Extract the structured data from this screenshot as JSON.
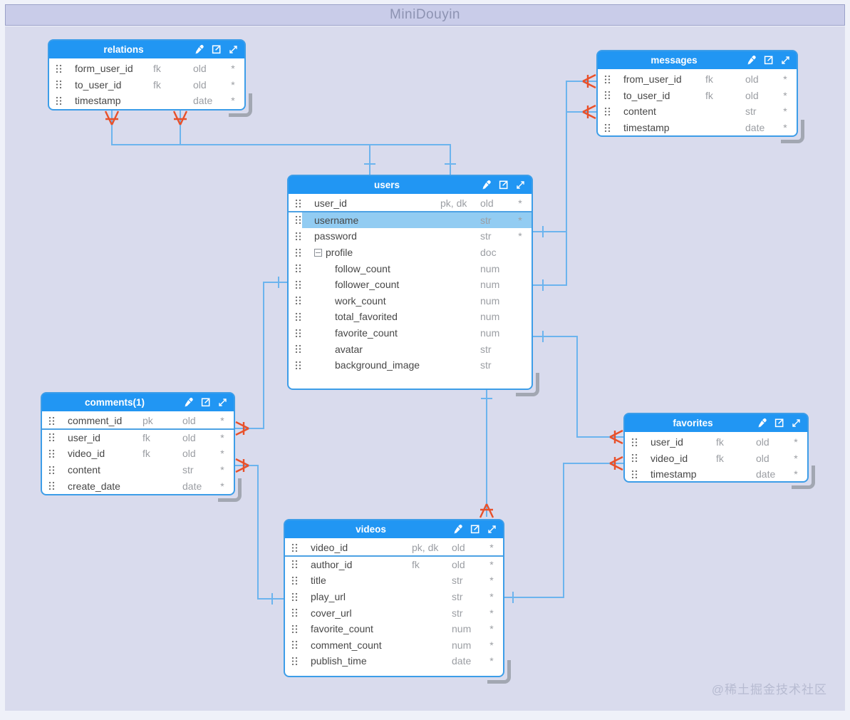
{
  "title_bar": {
    "title": "MiniDouyin"
  },
  "watermark": "@稀土掘金技术社区",
  "colors": {
    "header_blue": "#2196f3",
    "table_border_blue": "#3d9de8",
    "connector_blue": "#6cb4ee",
    "crow_foot_orange": "#e8512b",
    "selected_row_blue": "#92ccf2",
    "canvas_bg": "#d9dbed",
    "title_bar_bg": "#c9cce9"
  },
  "header_icons": [
    {
      "name": "color-picker-icon"
    },
    {
      "name": "open-in-new-icon"
    },
    {
      "name": "expand-icon"
    }
  ],
  "tables": [
    {
      "id": "relations",
      "title": "relations",
      "fields": [
        {
          "name": "form_user_id",
          "keys": "fk",
          "type": "old",
          "req": "*"
        },
        {
          "name": "to_user_id",
          "keys": "fk",
          "type": "old",
          "req": "*"
        },
        {
          "name": "timestamp",
          "keys": "",
          "type": "date",
          "req": "*"
        }
      ]
    },
    {
      "id": "messages",
      "title": "messages",
      "fields": [
        {
          "name": "from_user_id",
          "keys": "fk",
          "type": "old",
          "req": "*"
        },
        {
          "name": "to_user_id",
          "keys": "fk",
          "type": "old",
          "req": "*"
        },
        {
          "name": "content",
          "keys": "",
          "type": "str",
          "req": "*"
        },
        {
          "name": "timestamp",
          "keys": "",
          "type": "date",
          "req": "*"
        }
      ]
    },
    {
      "id": "users",
      "title": "users",
      "fields": [
        {
          "name": "user_id",
          "keys": "pk, dk",
          "type": "old",
          "req": "*",
          "pk_sep": true
        },
        {
          "name": "username",
          "keys": "",
          "type": "str",
          "req": "*",
          "highlighted": true
        },
        {
          "name": "password",
          "keys": "",
          "type": "str",
          "req": "*"
        },
        {
          "name": "profile",
          "keys": "",
          "type": "doc",
          "req": "",
          "collapse": true
        },
        {
          "name": "follow_count",
          "keys": "",
          "type": "num",
          "req": "",
          "indent": true
        },
        {
          "name": "follower_count",
          "keys": "",
          "type": "num",
          "req": "",
          "indent": true
        },
        {
          "name": "work_count",
          "keys": "",
          "type": "num",
          "req": "",
          "indent": true
        },
        {
          "name": "total_favorited",
          "keys": "",
          "type": "num",
          "req": "",
          "indent": true
        },
        {
          "name": "favorite_count",
          "keys": "",
          "type": "num",
          "req": "",
          "indent": true
        },
        {
          "name": "avatar",
          "keys": "",
          "type": "str",
          "req": "",
          "indent": true
        },
        {
          "name": "background_image",
          "keys": "",
          "type": "str",
          "req": "",
          "indent": true
        }
      ]
    },
    {
      "id": "comments",
      "title": "comments(1)",
      "fields": [
        {
          "name": "comment_id",
          "keys": "pk",
          "type": "old",
          "req": "*",
          "pk_sep": true
        },
        {
          "name": "user_id",
          "keys": "fk",
          "type": "old",
          "req": "*"
        },
        {
          "name": "video_id",
          "keys": "fk",
          "type": "old",
          "req": "*"
        },
        {
          "name": "content",
          "keys": "",
          "type": "str",
          "req": "*"
        },
        {
          "name": "create_date",
          "keys": "",
          "type": "date",
          "req": "*"
        }
      ]
    },
    {
      "id": "favorites",
      "title": "favorites",
      "fields": [
        {
          "name": "user_id",
          "keys": "fk",
          "type": "old",
          "req": "*"
        },
        {
          "name": "video_id",
          "keys": "fk",
          "type": "old",
          "req": "*"
        },
        {
          "name": "timestamp",
          "keys": "",
          "type": "date",
          "req": "*"
        }
      ]
    },
    {
      "id": "videos",
      "title": "videos",
      "fields": [
        {
          "name": "video_id",
          "keys": "pk, dk",
          "type": "old",
          "req": "*",
          "pk_sep": true
        },
        {
          "name": "author_id",
          "keys": "fk",
          "type": "old",
          "req": "*"
        },
        {
          "name": "title",
          "keys": "",
          "type": "str",
          "req": "*"
        },
        {
          "name": "play_url",
          "keys": "",
          "type": "str",
          "req": "*"
        },
        {
          "name": "cover_url",
          "keys": "",
          "type": "str",
          "req": "*"
        },
        {
          "name": "favorite_count",
          "keys": "",
          "type": "num",
          "req": "*"
        },
        {
          "name": "comment_count",
          "keys": "",
          "type": "num",
          "req": "*"
        },
        {
          "name": "publish_time",
          "keys": "",
          "type": "date",
          "req": "*"
        }
      ]
    }
  ]
}
